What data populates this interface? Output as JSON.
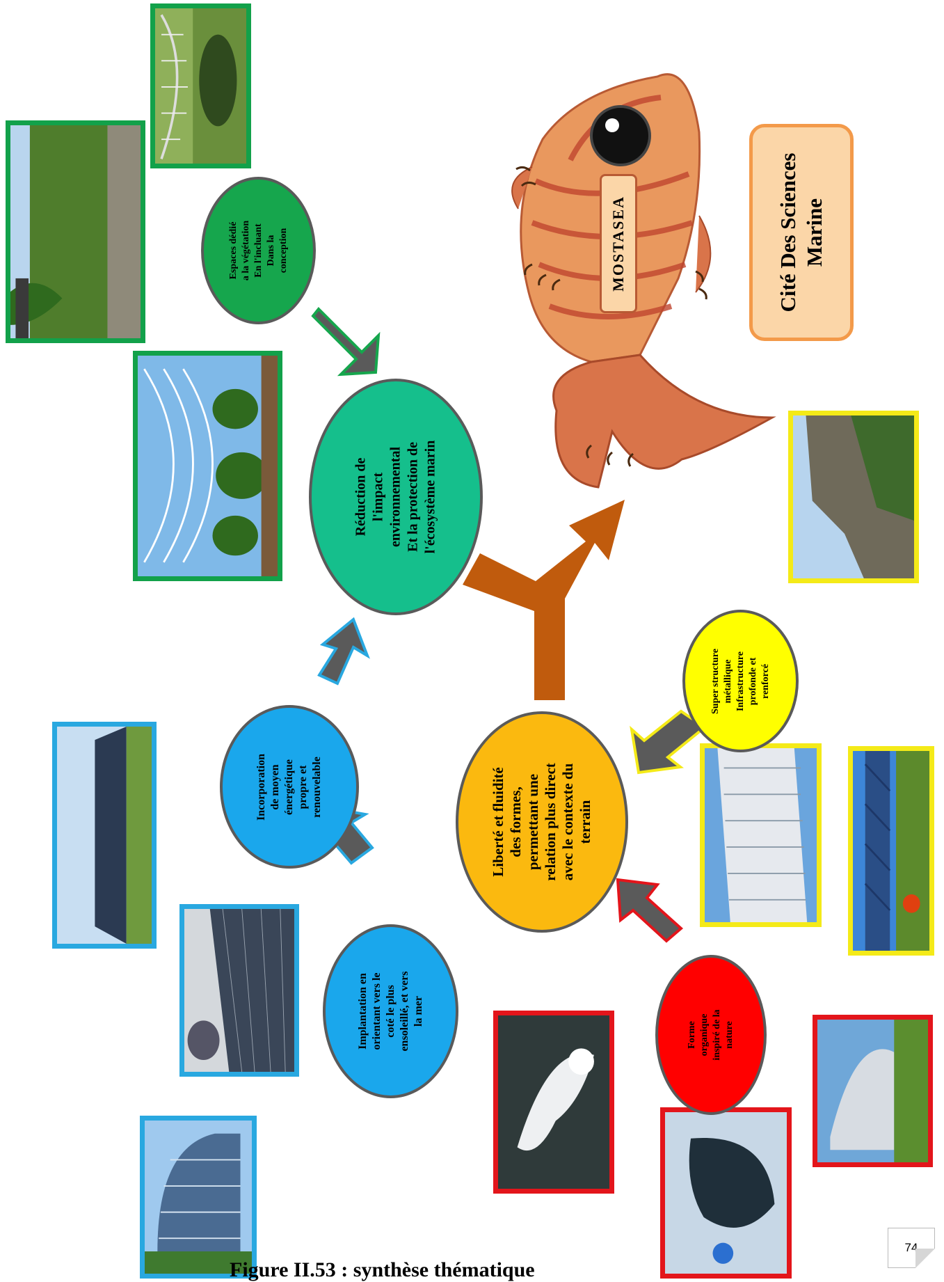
{
  "nodes": {
    "reduction": {
      "lines": [
        "Réduction de",
        "l'impact",
        "environnemental",
        "Et la protection de",
        "l'écosystème marin"
      ],
      "color": "#15bf8c"
    },
    "liberte": {
      "lines": [
        "Liberté et fluidité",
        "des formes,",
        "permettant une",
        "relation plus direct",
        "avec le contexte du",
        "terrain"
      ],
      "color": "#fbb90f"
    },
    "incorporation": {
      "lines": [
        "Incorporation",
        "de moyen",
        "énergétique",
        "propre et",
        "renouvelable"
      ],
      "color": "#1aa7ec"
    },
    "implantation": {
      "lines": [
        "Implantation en",
        "orientant vers le",
        "coté le plus",
        "ensoleillé, et vers",
        "la mer"
      ],
      "color": "#1aa7ec"
    },
    "espaces": {
      "lines": [
        "Espaces dédié",
        "a la végétation",
        "En l'incluant",
        "Dans la",
        "conception"
      ],
      "color": "#16a64d"
    },
    "super": {
      "lines": [
        "Super structure",
        "métallique",
        "Infrastructure",
        "profonde et",
        "renforcé"
      ],
      "color": "#ffff00"
    },
    "forme": {
      "lines": [
        "Forme",
        "organique",
        "inspiré de la",
        "nature"
      ],
      "color": "#ff0000"
    }
  },
  "fish_label": "MOSTASEA",
  "title": [
    "Cité Des Sciences",
    "Marine"
  ],
  "caption": "Figure II.53 : synthèse thématique",
  "page_number": "74",
  "photos": {
    "green": [
      "greenhouse-arch-photo",
      "vegetated-wall-photo",
      "glass-building-lawn-photo"
    ],
    "blue": [
      "solar-facade-photo",
      "solar-panels-roof-photo",
      "curved-glass-building-photo"
    ],
    "yellow": [
      "rocky-coast-photo",
      "white-ribbed-building-photo",
      "blue-steel-structure-photo"
    ],
    "red": [
      "aerial-white-building-photo",
      "organic-dome-photo",
      "whale-shaped-building-photo"
    ]
  },
  "colors": {
    "arrow": "#5a5a5a",
    "branch": "#c05b0d",
    "fish": "#e9985e"
  }
}
